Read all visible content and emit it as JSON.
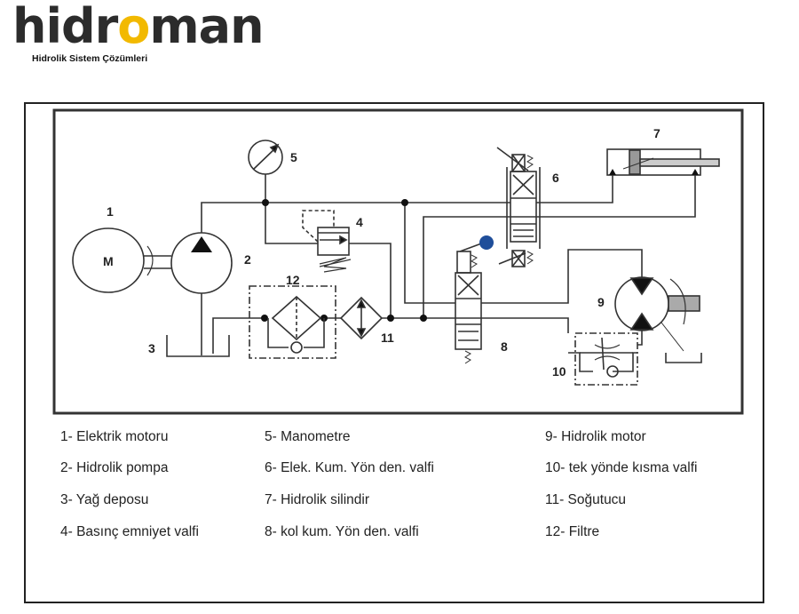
{
  "logo": {
    "brand_pre": "hidr",
    "brand_o": "o",
    "brand_post": "man",
    "tagline": "Hidrolik Sistem Çözümleri"
  },
  "diagram": {
    "labels": [
      "1",
      "2",
      "3",
      "4",
      "5",
      "6",
      "7",
      "8",
      "9",
      "10",
      "11",
      "12"
    ],
    "motor_letter": "M",
    "colors": {
      "line": "#333333",
      "lever_knob": "#1f4e9a",
      "logo_accent": "#f2b900"
    }
  },
  "legend": [
    [
      "1- Elektrik motoru",
      "2- Hidrolik pompa",
      "3- Yağ deposu",
      "4- Basınç emniyet valfi"
    ],
    [
      "5- Manometre",
      "6- Elek. Kum. Yön den. valfi",
      "7- Hidrolik silindir",
      "8- kol kum. Yön den. valfi"
    ],
    [
      "9- Hidrolik motor",
      "10- tek yönde kısma valfi",
      "11- Soğutucu",
      "12- Filtre"
    ]
  ]
}
